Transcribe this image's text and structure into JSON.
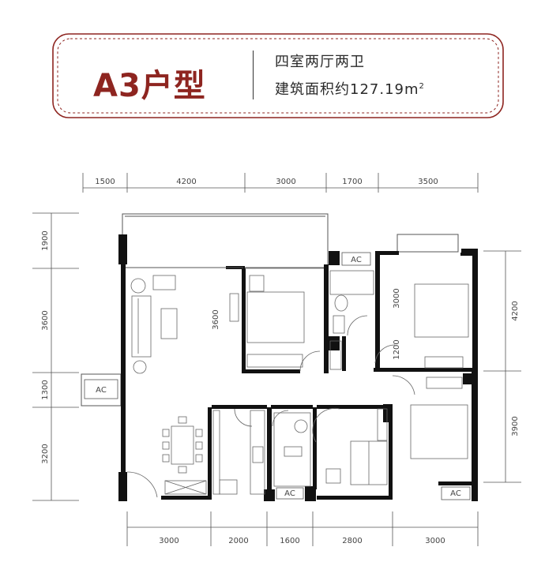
{
  "header": {
    "title": "A3户型",
    "layout": "四室两厅两卫",
    "area_label": "建筑面积约127.19m",
    "area_sup": "2",
    "accent_color": "#8e2520"
  },
  "dimensions": {
    "top": [
      "1500",
      "4200",
      "3000",
      "1700",
      "3500"
    ],
    "bottom": [
      "3000",
      "2000",
      "1600",
      "2800",
      "3000"
    ],
    "left": [
      "1900",
      "3600",
      "1300",
      "3200"
    ],
    "right": [
      "4200",
      "3900"
    ],
    "interior": [
      "3600",
      "3000",
      "1200"
    ]
  },
  "ac_label": "AC"
}
